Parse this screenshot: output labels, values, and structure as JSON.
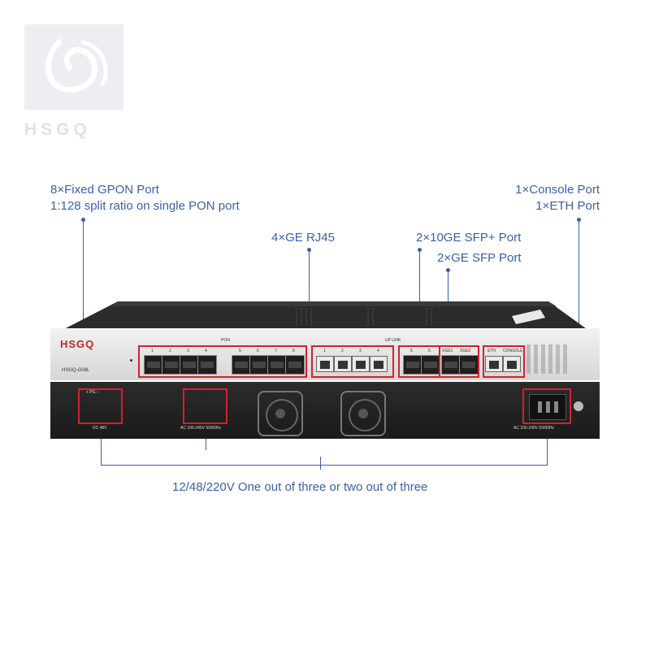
{
  "logo": {
    "text": "HSGQ"
  },
  "callouts": {
    "gpon_line1": "8×Fixed GPON Port",
    "gpon_line2": "1:128 split ratio on single PON port",
    "console_line1": "1×Console Port",
    "eth_line2": "1×ETH Port",
    "rj45": "4×GE RJ45",
    "sfp_plus": "2×10GE SFP+ Port",
    "ge_sfp": "2×GE SFP Port",
    "power": "12/48/220V One out of three or two out of three"
  },
  "device": {
    "brand": "HSGQ",
    "model": "HSGQ-G08L",
    "pon_label": "PON",
    "uplink_label": "UP LINK",
    "pon_ports": [
      "1",
      "2",
      "3",
      "4",
      "5",
      "6",
      "7",
      "8"
    ],
    "ge_ports": [
      "1",
      "2",
      "3",
      "4"
    ],
    "sfp_ports": [
      "5",
      "6"
    ],
    "xge_ports": [
      "XGE1",
      "XGE2"
    ],
    "eth_label": "ETH",
    "console_label": "CONSOLE",
    "dc_pg_label": "+ PG −",
    "dc_label": "DC 48V",
    "ac_label_left": "AC 100-240V 50/60Hz",
    "ac_label_right": "AC 100-240V 50/60Hz"
  },
  "colors": {
    "callout": "#3c5ea8",
    "highlight": "#d6202c",
    "brand": "#c0272d"
  }
}
